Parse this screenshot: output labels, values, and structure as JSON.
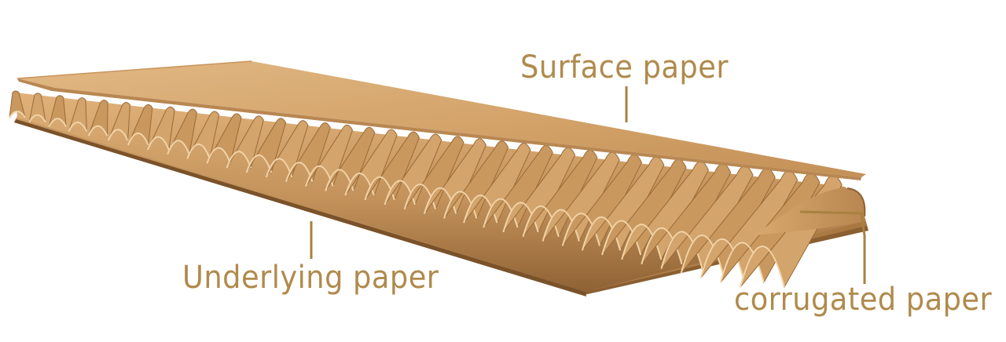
{
  "colors": {
    "label": "#b08a4c",
    "leader_line": "#a8813f",
    "kraft_light": "#dcae77",
    "kraft_mid": "#c99a5e",
    "kraft_dark": "#9d6e3b",
    "kraft_shadow": "#7a522a",
    "background": "#ffffff"
  },
  "labels": {
    "surface": "Surface paper",
    "underlying": "Underlying paper",
    "corrugated": "corrugated paper"
  }
}
